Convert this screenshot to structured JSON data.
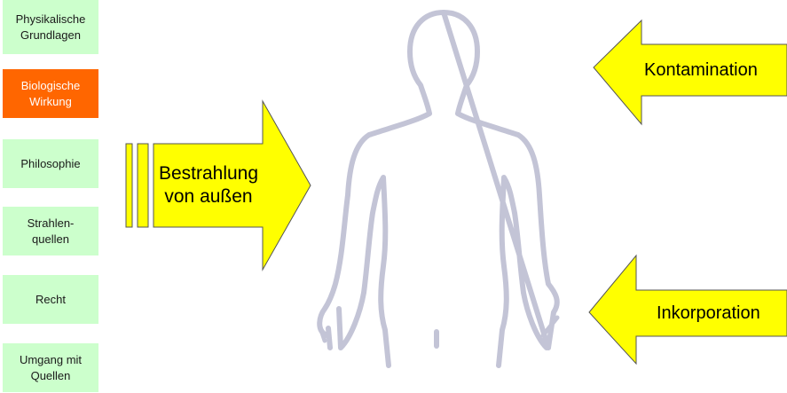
{
  "nav": {
    "items": [
      {
        "label": "Physikalische\nGrundlagen",
        "active": false
      },
      {
        "label": "Biologische\nWirkung",
        "active": true
      },
      {
        "label": "Philosophie",
        "active": false
      },
      {
        "label": "Strahlen-\nquellen",
        "active": false
      },
      {
        "label": "Recht",
        "active": false
      },
      {
        "label": "Umgang mit\nQuellen",
        "active": false
      }
    ]
  },
  "arrows": {
    "external": "Bestrahlung\nvon außen",
    "contamination": "Kontamination",
    "incorporation": "Inkorporation"
  },
  "colors": {
    "nav_bg": "#ccffcc",
    "nav_active_bg": "#ff6600",
    "arrow_fill": "#ffff00",
    "body_outline": "#c3c4d6"
  }
}
